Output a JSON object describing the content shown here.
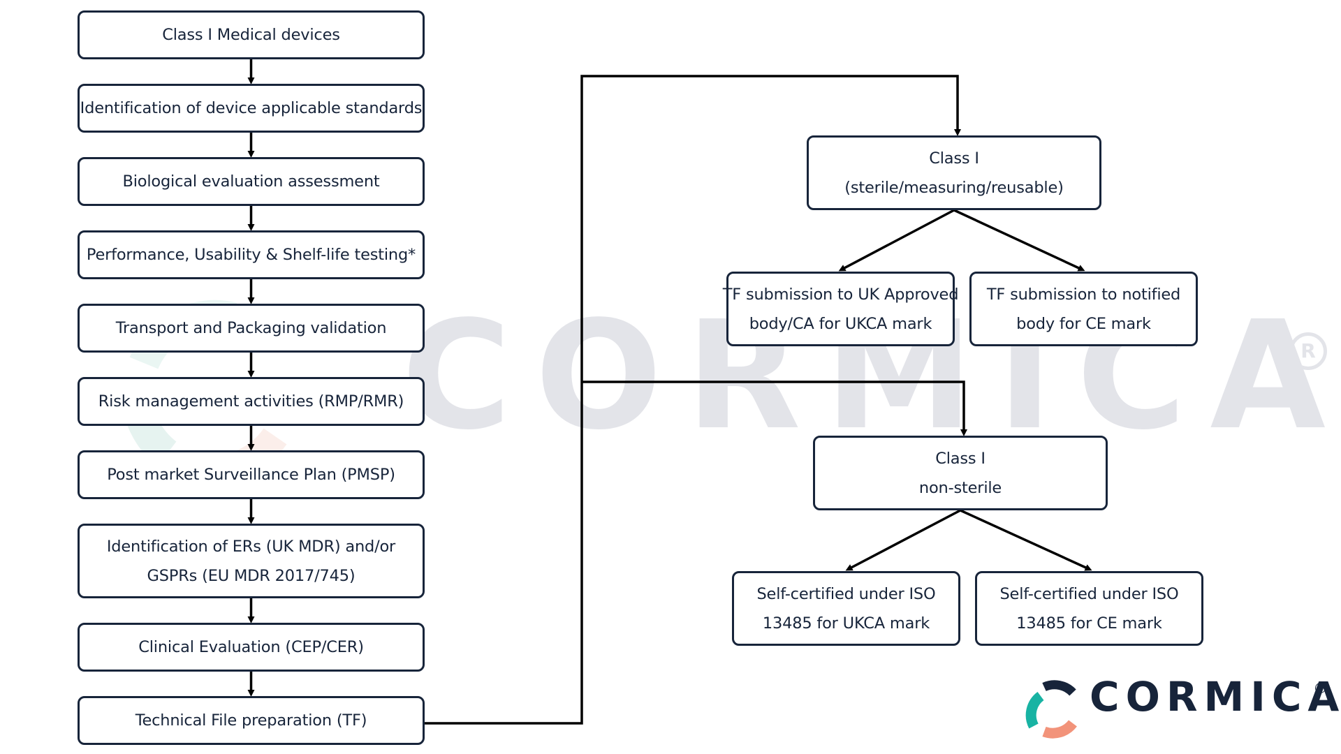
{
  "steps": [
    {
      "lines": [
        "Class I Medical devices"
      ]
    },
    {
      "lines": [
        "Identification of device applicable standards"
      ]
    },
    {
      "lines": [
        "Biological evaluation assessment"
      ]
    },
    {
      "lines": [
        "Performance, Usability & Shelf-life testing*"
      ]
    },
    {
      "lines": [
        "Transport and Packaging validation"
      ]
    },
    {
      "lines": [
        "Risk management activities (RMP/RMR)"
      ]
    },
    {
      "lines": [
        "Post market Surveillance Plan (PMSP)"
      ]
    },
    {
      "lines": [
        "Identification of ERs (UK MDR) and/or",
        "GSPRs (EU MDR 2017/745)"
      ]
    },
    {
      "lines": [
        "Clinical Evaluation (CEP/CER)"
      ]
    },
    {
      "lines": [
        "Technical File preparation (TF)"
      ]
    }
  ],
  "sterile_branch": {
    "title": [
      "Class I",
      "(sterile/measuring/reusable)"
    ],
    "left": [
      "TF submission to UK Approved",
      "body/CA for UKCA mark"
    ],
    "right": [
      "TF submission to notified",
      "body for CE mark"
    ]
  },
  "non_sterile_branch": {
    "title": [
      "Class I",
      "non-sterile"
    ],
    "left": [
      "Self-certified under ISO",
      "13485 for UKCA mark"
    ],
    "right": [
      "Self-certified under ISO",
      "13485 for CE mark"
    ]
  },
  "watermark": {
    "text": "CORMICA",
    "reg_mark": "R"
  },
  "logo": {
    "text": "CORMICA",
    "reg_mark": "R"
  },
  "colors": {
    "box_border": "#17243a",
    "text": "#17243a",
    "connector": "#000000",
    "watermark": "#e3e4e9",
    "logo_teal": "#18b3a3",
    "logo_navy": "#17243a",
    "logo_salmon": "#f2937a"
  }
}
